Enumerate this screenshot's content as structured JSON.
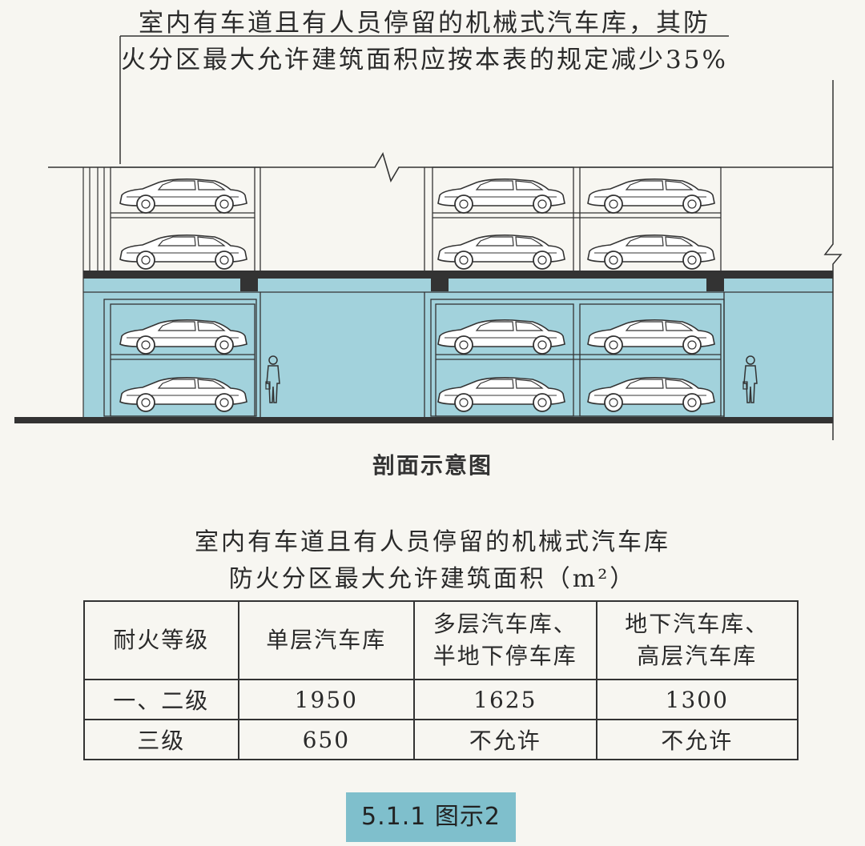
{
  "note": {
    "line1": "室内有车道且有人员停留的机械式汽车库，其防",
    "line2": "火分区最大允许建筑面积应按本表的规定减少35%"
  },
  "diagram": {
    "caption": "剖面示意图",
    "underground_fill": "#a2d2dc",
    "line_color": "#333333"
  },
  "table": {
    "title_line1": "室内有车道且有人员停留的机械式汽车库",
    "title_line2": "防火分区最大允许建筑面积（m²）",
    "headers": [
      {
        "line1": "耐火等级",
        "line2": ""
      },
      {
        "line1": "单层汽车库",
        "line2": ""
      },
      {
        "line1": "多层汽车库、",
        "line2": "半地下停车库"
      },
      {
        "line1": "地下汽车库、",
        "line2": "高层汽车库"
      }
    ],
    "rows": [
      [
        "一、二级",
        "1950",
        "1625",
        "1300"
      ],
      [
        "三级",
        "650",
        "不允许",
        "不允许"
      ]
    ]
  },
  "figure_label": "5.1.1 图示2",
  "colors": {
    "label_bg": "#7fbfcc",
    "paper": "#f7f6f1"
  }
}
